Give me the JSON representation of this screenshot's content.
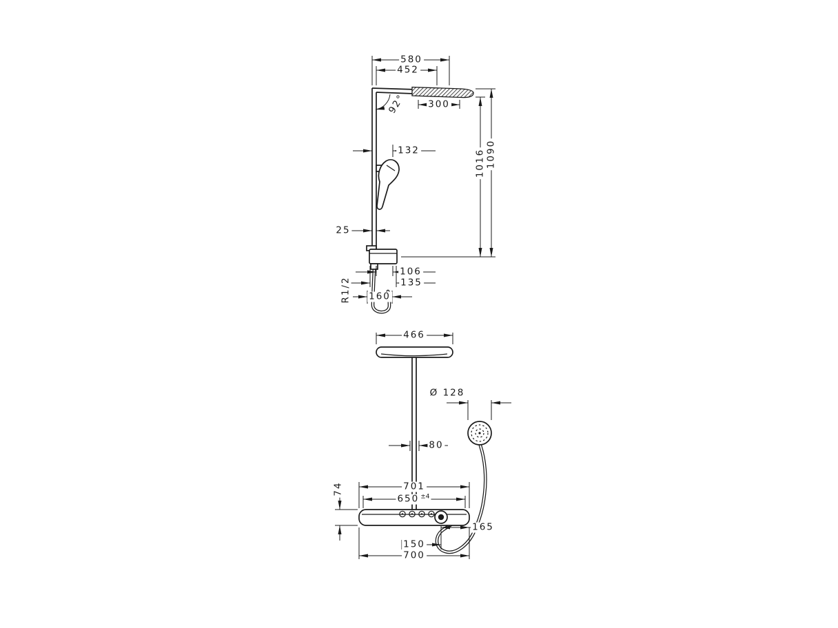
{
  "colors": {
    "line": "#1a1a1a",
    "background": "#ffffff"
  },
  "side_view": {
    "name": "side-elevation",
    "dims": {
      "overall_projection": "580",
      "arm_projection": "452",
      "arm_angle": "92°",
      "head_depth": "300",
      "wall_to_holder": "132",
      "height_to_head": "1016",
      "overall_height": "1090",
      "pipe_offset": "25",
      "valve_depth_upper": "106",
      "valve_depth": "135",
      "connection_thread": "R1/2",
      "hose_offset": "160"
    }
  },
  "front_view": {
    "name": "front-elevation",
    "dims": {
      "head_width": "466",
      "handshower_diameter": "Ø 128",
      "pipe_width": "80",
      "valve_height": "74",
      "valve_overall_width": "701",
      "mounting_distance": "650",
      "mounting_tolerance": "±4",
      "knob_to_end": "165",
      "center_to_knob": "150",
      "valve_width": "700"
    }
  }
}
